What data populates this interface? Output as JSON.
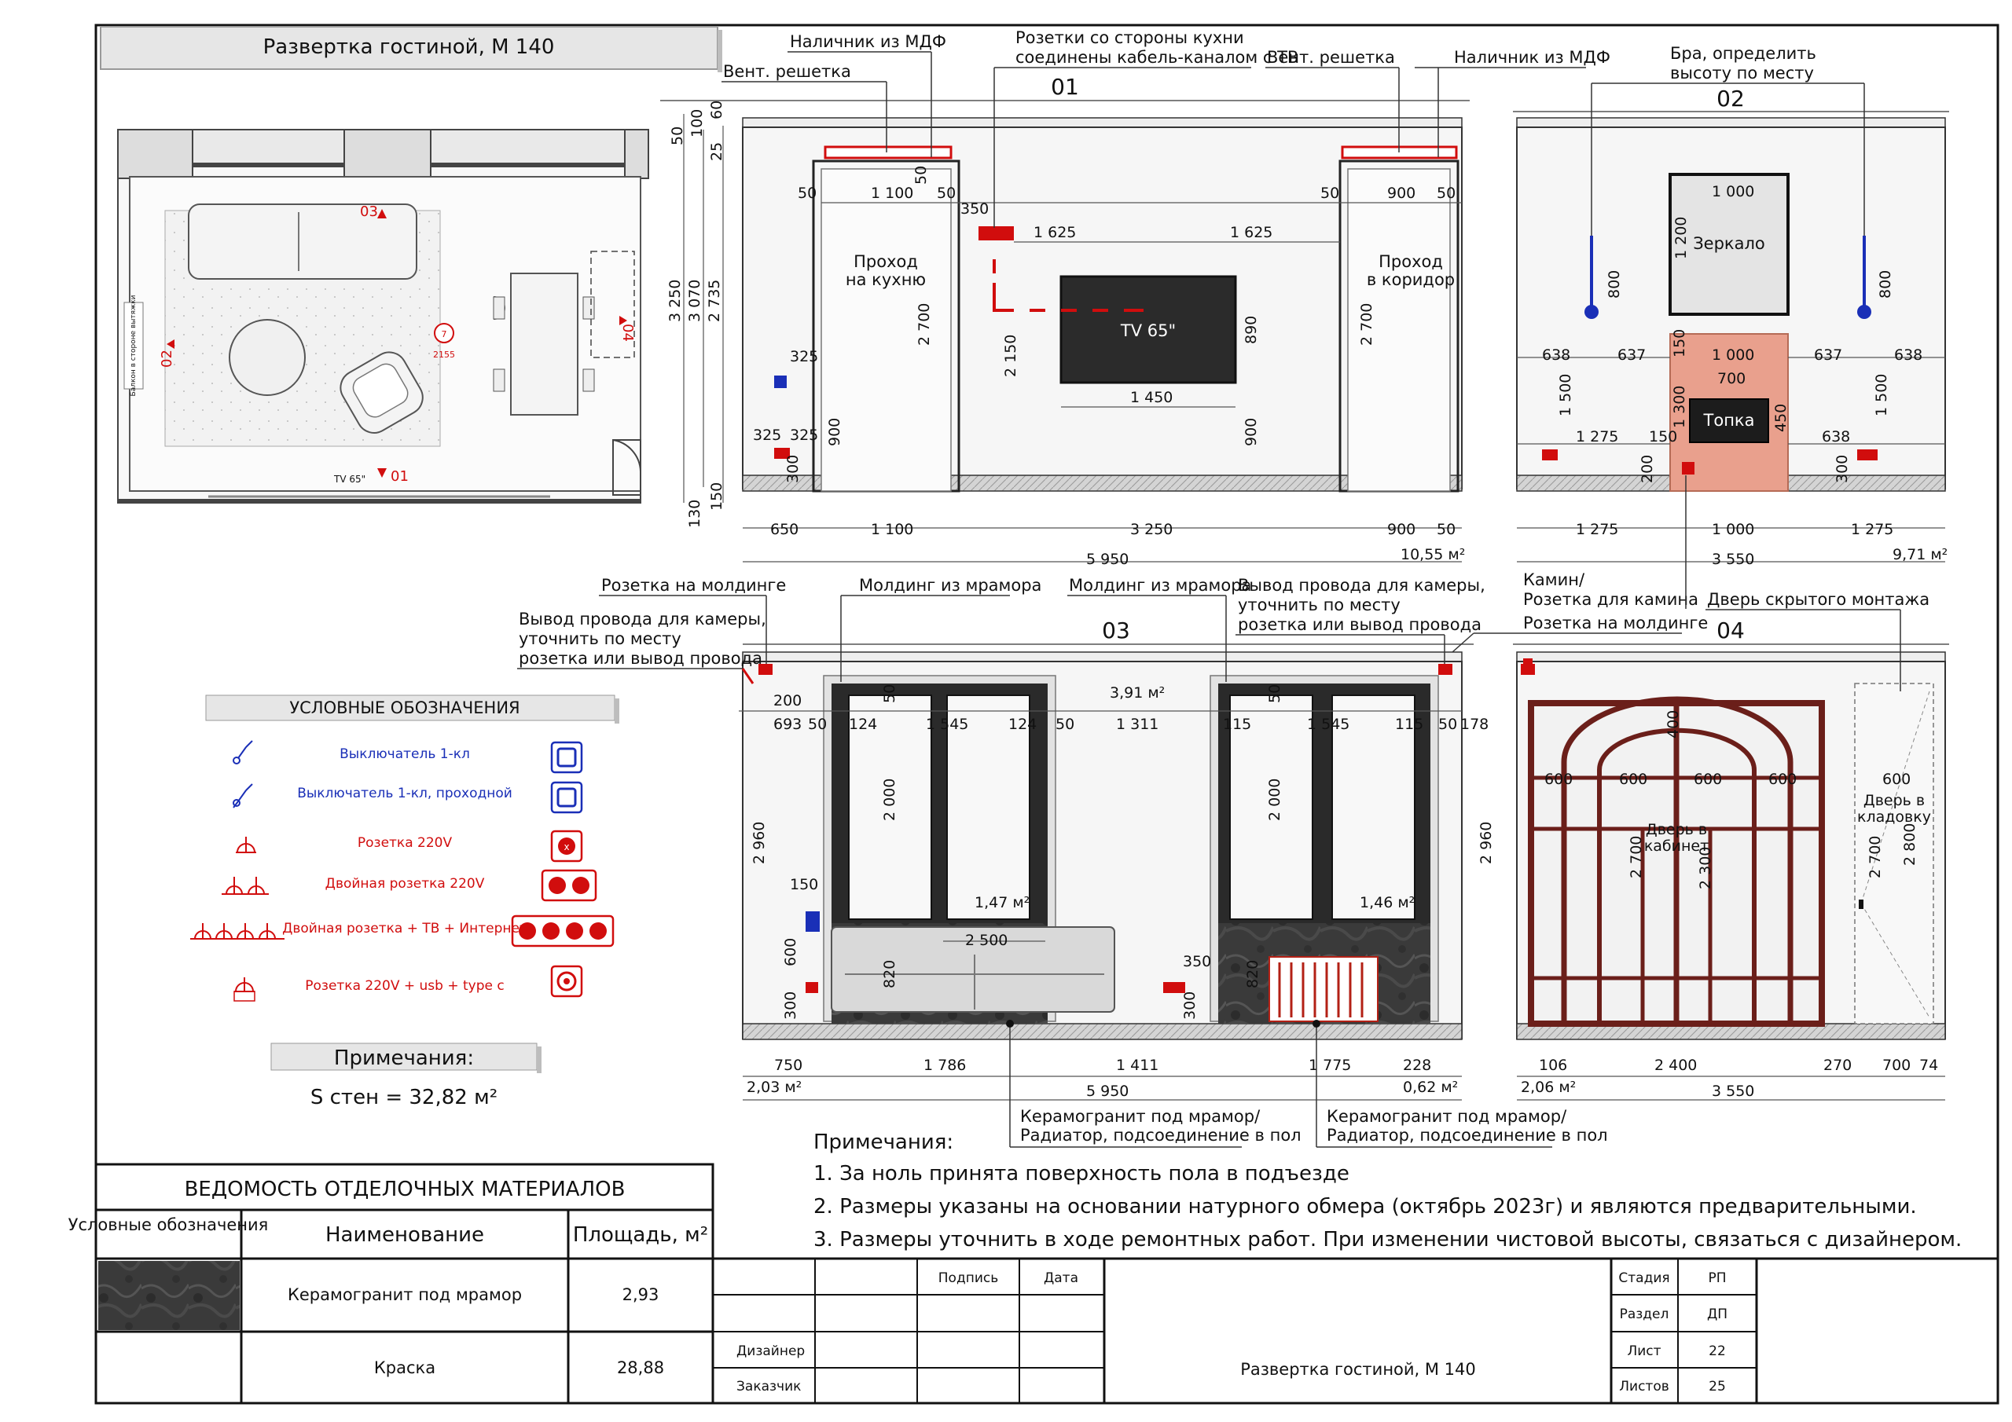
{
  "sheet_title": "Развертка гостиной, М 140",
  "plan": {
    "marks": [
      "01",
      "02",
      "03",
      "04"
    ],
    "tv_label": "TV 65\"",
    "door_tag_top": "7",
    "door_tag_bottom": "2155",
    "side_note": "Балкон в стороне вытяжки"
  },
  "elevation01": {
    "number": "01",
    "callout_molding_left": "Наличник из МДФ",
    "callout_vent_left": "Вент. решетка",
    "callout_sockets": [
      "Розетки со стороны кухни",
      "соединены кабель-каналом с ТВ"
    ],
    "callout_vent_right": "Вент. решетка",
    "callout_molding_right": "Наличник из МДФ",
    "pass_kitchen": [
      "Проход",
      "на кухню"
    ],
    "pass_corridor": [
      "Проход",
      "в коридор"
    ],
    "tv_label": "TV 65\"",
    "dims_left": [
      "50",
      "100",
      "60",
      "25",
      "3 250",
      "3 070",
      "2 735",
      "130",
      "150"
    ],
    "dims_inner": [
      "50",
      "1 100",
      "50",
      "50",
      "350",
      "1 625",
      "1 625",
      "50",
      "900",
      "50",
      "2 700",
      "2 150",
      "890",
      "1 450",
      "900",
      "2 700",
      "325",
      "325",
      "325",
      "900",
      "300"
    ],
    "dims_bottom": [
      "650",
      "1 100",
      "3 250",
      "900",
      "50"
    ],
    "total": "5 950",
    "area": "10,55 м²"
  },
  "elevation02": {
    "number": "02",
    "callout_sconce": [
      "Бра, определить",
      "высоту по месту"
    ],
    "mirror": "Зеркало",
    "firebox": "Топка",
    "dims_inner": [
      "1 000",
      "1 200",
      "800",
      "800",
      "638",
      "637",
      "1 000",
      "637",
      "638",
      "150",
      "700",
      "1 500",
      "1 300",
      "1 500",
      "1 275",
      "150",
      "450",
      "638",
      "200",
      "300"
    ],
    "dims_bottom": [
      "1 275",
      "1 000",
      "1 275"
    ],
    "total": "3 550",
    "area": "9,71 м²"
  },
  "elevation03": {
    "number": "03",
    "callout_left_1": "Розетка на молдинге",
    "callout_left_2": [
      "Вывод провода для камеры,",
      "уточнить по месту",
      "розетка или вывод провода"
    ],
    "callout_marble_1": "Молдинг из мрамора",
    "callout_marble_2": "Молдинг из мрамора",
    "callout_right": [
      "Вывод провода для камеры,",
      "уточнить по месту",
      "розетка или вывод провода"
    ],
    "callout_bottom_1": [
      "Керамогранит под мрамор/",
      "Радиатор, подсоединение в пол"
    ],
    "callout_bottom_2": [
      "Керамогранит под мрамор/",
      "Радиатор, подсоединение в пол"
    ],
    "area_mid": "3,91 м²",
    "area_win1": "1,47 м²",
    "area_win2": "1,46 м²",
    "dims_inner": [
      "200",
      "693",
      "50",
      "124",
      "1 545",
      "124",
      "50",
      "1 311",
      "115",
      "1 545",
      "115",
      "50",
      "178",
      "50",
      "50",
      "2 960",
      "2 000",
      "2 000",
      "2 960",
      "150",
      "2 500",
      "600",
      "820",
      "350",
      "820",
      "300",
      "300"
    ],
    "dims_bottom": [
      "750",
      "1 786",
      "1 411",
      "1 775",
      "228"
    ],
    "total": "5 950",
    "area_left": "2,03 м²",
    "area_right": "0,62 м²"
  },
  "elevation04": {
    "number": "04",
    "callout_fireplace": [
      "Камин/",
      "Розетка для камина"
    ],
    "callout_molding": "Розетка на молдинге",
    "callout_door": "Дверь скрытого монтажа",
    "door_office": [
      "Дверь в",
      "кабинет"
    ],
    "door_closet": [
      "Дверь в",
      "кладовку"
    ],
    "dims_inner": [
      "400",
      "600",
      "600",
      "600",
      "600",
      "600",
      "2 700",
      "2 300",
      "2 700",
      "2 800"
    ],
    "dims_bottom": [
      "106",
      "2 400",
      "270",
      "700",
      "74"
    ],
    "total": "3 550",
    "area": "2,06 м²"
  },
  "legend": {
    "title": "УСЛОВНЫЕ ОБОЗНАЧЕНИЯ",
    "items": [
      {
        "label": "Выключатель 1-кл",
        "color": "#1a2fb7",
        "icon": "switch-icon"
      },
      {
        "label": "Выключатель 1-кл, проходной",
        "color": "#1a2fb7",
        "icon": "pass-switch-icon"
      },
      {
        "label": "Розетка 220V",
        "color": "#d10d0d",
        "icon": "socket-icon"
      },
      {
        "label": "Двойная розетка 220V",
        "color": "#d10d0d",
        "icon": "double-socket-icon"
      },
      {
        "label": "Двойная розетка + ТВ + Интернет",
        "color": "#d10d0d",
        "icon": "media-socket-icon"
      },
      {
        "label": "Розетка 220V + usb + type c",
        "color": "#d10d0d",
        "icon": "usb-socket-icon"
      }
    ]
  },
  "notes_box_title": "Примечания:",
  "wall_area": "S стен = 32,82 м²",
  "notes": {
    "title": "Примечания:",
    "items": [
      "1. За ноль принята поверхность пола в подъезде",
      "2. Размеры указаны на основании натурного обмера (октябрь 2023г) и являются предварительными.",
      "3. Размеры уточнить в ходе ремонтных работ. При изменении чистовой высоты, связаться с дизайнером."
    ]
  },
  "materials": {
    "title": "ВЕДОМОСТЬ ОТДЕЛОЧНЫХ МАТЕРИАЛОВ",
    "headers": [
      "Условные обозначения",
      "Наименование",
      "Площадь, м²"
    ],
    "rows": [
      {
        "name": "Керамогранит под мрамор",
        "area": "2,93"
      },
      {
        "name": "Краска",
        "area": "28,88"
      }
    ]
  },
  "stamp": {
    "sign": "Подпись",
    "date": "Дата",
    "designer": "Дизайнер",
    "customer": "Заказчик",
    "title": "Развертка гостиной, М 140",
    "fields": [
      {
        "label": "Стадия",
        "value": "РП"
      },
      {
        "label": "Раздел",
        "value": "ДП"
      },
      {
        "label": "Лист",
        "value": "22"
      },
      {
        "label": "Листов",
        "value": "25"
      }
    ]
  }
}
